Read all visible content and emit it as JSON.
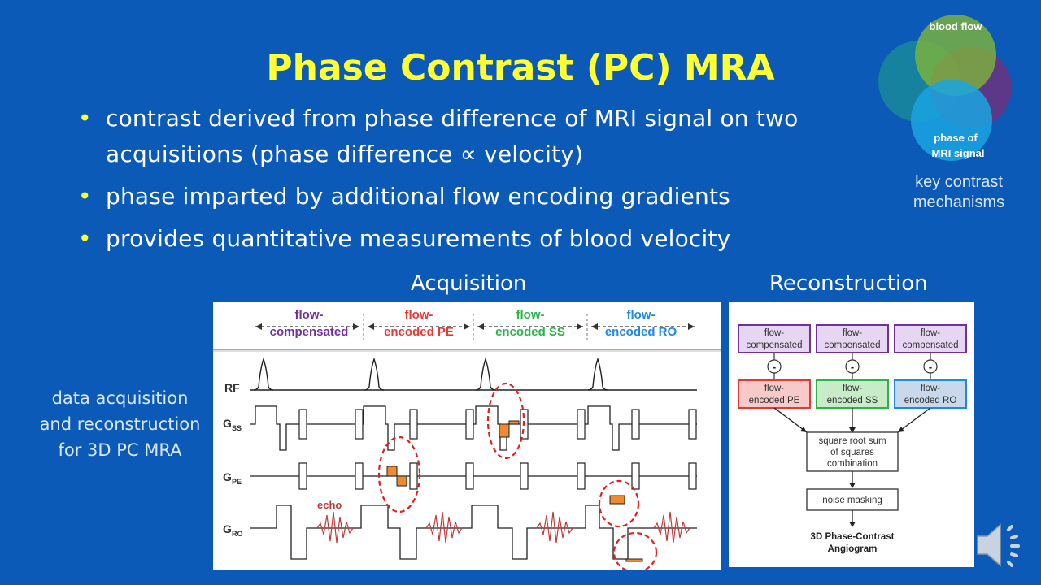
{
  "slide": {
    "title": "Phase Contrast (PC) MRA",
    "bullets": [
      "contrast derived from phase difference of MRI signal on two acquisitions  (phase difference ∝ velocity)",
      "phase imparted by additional flow encoding gradients",
      "provides quantitative measurements of blood velocity"
    ],
    "bullet_color": "#ffff33",
    "background_color": "#0b5ab8"
  },
  "venn": {
    "top_label": "blood flow",
    "bottom_label_line1": "phase of",
    "bottom_label_line2": "MRI signal",
    "caption_line1": "key contrast",
    "caption_line2": "mechanisms"
  },
  "acquisition": {
    "heading": "Acquisition",
    "caption_line1": "data acquisition",
    "caption_line2": "and reconstruction",
    "caption_line3": "for 3D PC MRA",
    "segments": [
      {
        "line1": "flow-",
        "line2": "compensated",
        "color": "#7030a0"
      },
      {
        "line1": "flow-",
        "line2": "encoded PE",
        "color": "#e53935"
      },
      {
        "line1": "flow-",
        "line2": "encoded SS",
        "color": "#2db34a"
      },
      {
        "line1": "flow-",
        "line2": "encoded RO",
        "color": "#1e88e5"
      }
    ],
    "row_labels": {
      "rf": "RF",
      "gss_main": "G",
      "gss_sub": "SS",
      "gpe_main": "G",
      "gpe_sub": "PE",
      "gro_main": "G",
      "gro_sub": "RO"
    },
    "echo_label": "echo"
  },
  "reconstruction": {
    "heading": "Reconstruction",
    "compensated_line1": "flow-",
    "compensated_line2": "compensated",
    "minus": "-",
    "encoded": [
      {
        "line1": "flow-",
        "line2": "encoded PE",
        "fill": "#f8c9c9",
        "stroke": "#e53935"
      },
      {
        "line1": "flow-",
        "line2": "encoded SS",
        "fill": "#c8ecc8",
        "stroke": "#2db34a"
      },
      {
        "line1": "flow-",
        "line2": "encoded RO",
        "fill": "#c9d8ea",
        "stroke": "#1e88e5"
      }
    ],
    "sum_line1": "square root sum",
    "sum_line2": "of squares",
    "sum_line3": "combination",
    "masking": "noise masking",
    "result_line1": "3D Phase-Contrast",
    "result_line2": "Angiogram",
    "compensated_fill": "#e6d6f2",
    "compensated_stroke": "#7030a0"
  },
  "controls": {
    "audio_icon": "speaker-icon"
  }
}
